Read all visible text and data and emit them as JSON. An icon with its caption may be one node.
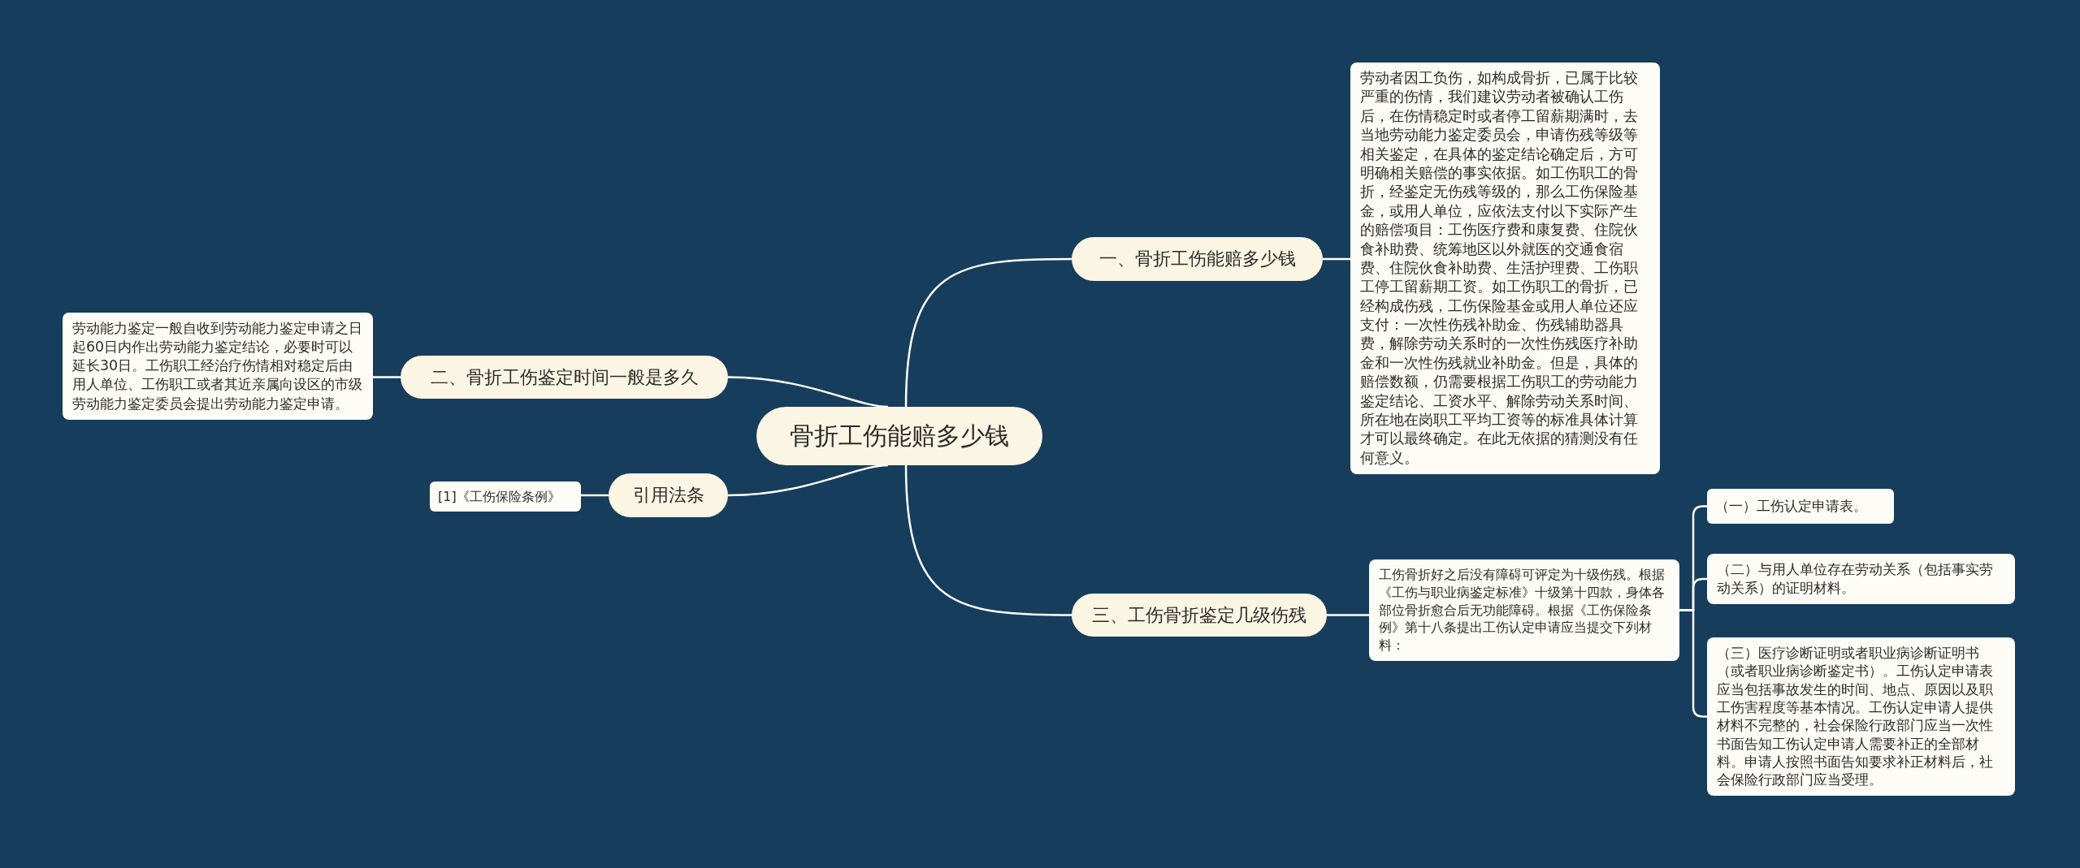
{
  "diagram": {
    "nodes": [
      {
        "text": [
          "骨折工伤能赔多少钱"
        ]
      },
      {
        "text": [
          "一、骨折工伤能赔多少钱"
        ]
      },
      {
        "text": [
          "劳动者因工负伤，如构成骨折，已属于比较严重的伤情，我们建议劳动者被确认工伤后，在伤情稳定时或者停工留薪期满时，去当地劳动能力鉴定委员会，申请伤残等级等相关鉴定，在具体的鉴定结论确定后，方可明确相关赔偿的事实依据。如工伤职工的骨折，经鉴定无伤残等级的，那么工伤保险基金，或用人单位，应依法支付以下实际产生的赔偿项目：工伤医疗费和康复费、住院伙食补助费、统筹地区以外就医的交通食宿费、住院伙食补助费、生活护理费、工伤职工停工留薪期工资。如工伤职工的骨折，已经构成伤残，工伤保险基金或用人单位还应支付：一次性伤残补助金、伤残辅助器具费，解除劳动关系时的一次性伤残医疗补助金和一次性伤残就业补助金。但是，具体的赔偿数额，仍需要根据工伤职工的劳动能力鉴定结论、工资水平、解除劳动关系时间、所在地在岗职工平均工资等的标准具体计算才可以最终确定。在此无依据的猜测没有任何意义。"
        ]
      },
      {
        "text": [
          "二、骨折工伤鉴定时间一般是多久"
        ]
      },
      {
        "text": [
          "劳动能力鉴定一般自收到劳动能力鉴定申请之日起60日内作出劳动能力鉴定结论，必要时可以延长30日。工伤职工经治疗伤情相对稳定后由用人单位、工伤职工或者其近亲属向设区的市级劳动能力鉴定委员会提出劳动能力鉴定申请。"
        ]
      },
      {
        "text": [
          "引用法条"
        ]
      },
      {
        "text": [
          "[1]《工伤保险条例》"
        ]
      },
      {
        "text": [
          "三、工伤骨折鉴定几级伤残"
        ]
      },
      {
        "text": [
          "工伤骨折好之后没有障碍可评定为十级伤残。根据《工伤与职业病鉴定标准》十级第十四款，身体各部位骨折愈合后无功能障碍。根据《工伤保险条例》第十八条提出工伤认定申请应当提交下列材料："
        ]
      },
      {
        "text": [
          "（一）工伤认定申请表。"
        ]
      },
      {
        "text": [
          "（二）与用人单位存在劳动关系（包括事实劳动关系）的证明材料。"
        ]
      },
      {
        "text": [
          "（三）医疗诊断证明或者职业病诊断证明书（或者职业病诊断鉴定书）。工伤认定申请表应当包括事故发生的时间、地点、原因以及职工伤害程度等基本情况。工伤认定申请人提供材料不完整的，社会保险行政部门应当一次性书面告知工伤认定申请人需要补正的全部材料。申请人按照书面告知要求补正材料后，社会保险行政部门应当受理。"
        ]
      }
    ],
    "edges": [
      {
        "from": 0,
        "to": 1,
        "arrow": "none"
      },
      {
        "from": 0,
        "to": 3,
        "arrow": "none"
      },
      {
        "from": 0,
        "to": 5,
        "arrow": "none"
      },
      {
        "from": 0,
        "to": 7,
        "arrow": "none"
      },
      {
        "from": 1,
        "to": 2,
        "arrow": "none"
      },
      {
        "from": 3,
        "to": 4,
        "arrow": "none"
      },
      {
        "from": 5,
        "to": 6,
        "arrow": "none"
      },
      {
        "from": 7,
        "to": 8,
        "arrow": "none"
      },
      {
        "from": 8,
        "to": 9,
        "arrow": "none"
      },
      {
        "from": 8,
        "to": 10,
        "arrow": "none"
      },
      {
        "from": 8,
        "to": 11,
        "arrow": "none"
      }
    ]
  }
}
